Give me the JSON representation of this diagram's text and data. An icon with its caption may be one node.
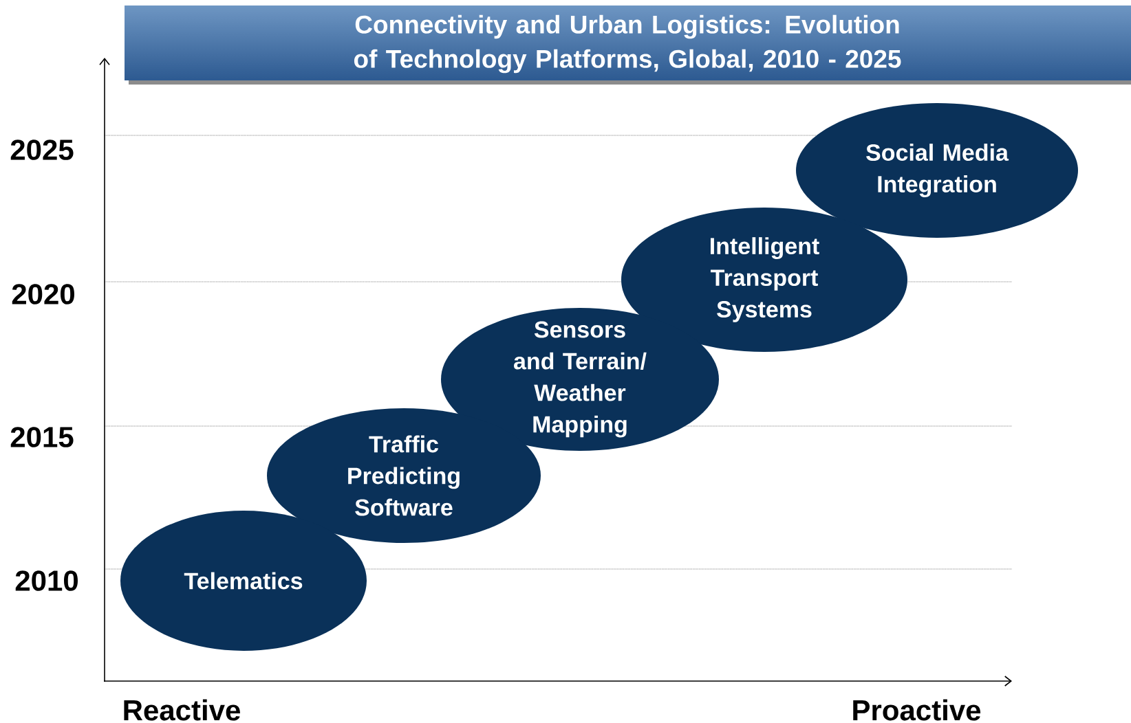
{
  "diagram": {
    "title": "Connectivity and Urban Logistics: Evolution of Technology Platforms, Global, 2010 - 2025",
    "nodes": [
      {
        "text": [
          "Telematics"
        ]
      },
      {
        "text": [
          "Traffic Predicting Software"
        ]
      },
      {
        "text": [
          "Sensors and Terrain/ Weather Mapping"
        ]
      },
      {
        "text": [
          "Intelligent Transport Systems"
        ]
      },
      {
        "text": [
          "Social Media Integration"
        ]
      }
    ],
    "labels": [
      "2025",
      "2020",
      "2015",
      "2010",
      "Reactive",
      "Proactive"
    ]
  }
}
